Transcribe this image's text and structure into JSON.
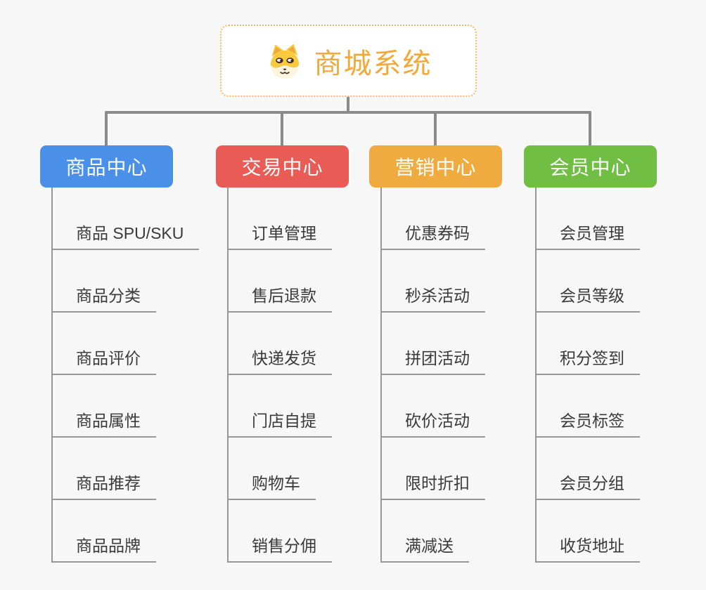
{
  "page": {
    "background_color": "#f7f7f7",
    "connector_color": "#8a8a8a",
    "leaf_line_color": "#979797",
    "leaf_text_color": "#3a3a3a"
  },
  "root": {
    "title": "商城系统",
    "icon": "shiba-dog-icon",
    "title_color": "#f2a93c",
    "border_color": "#f3b969"
  },
  "branches": [
    {
      "label": "商品中心",
      "color": "#4a8fe8",
      "items": [
        "商品 SPU/SKU",
        "商品分类",
        "商品评价",
        "商品属性",
        "商品推荐",
        "商品品牌"
      ]
    },
    {
      "label": "交易中心",
      "color": "#e95b55",
      "items": [
        "订单管理",
        "售后退款",
        "快递发货",
        "门店自提",
        "购物车",
        "销售分佣"
      ]
    },
    {
      "label": "营销中心",
      "color": "#efab3f",
      "items": [
        "优惠券码",
        "秒杀活动",
        "拼团活动",
        "砍价活动",
        "限时折扣",
        "满减送"
      ]
    },
    {
      "label": "会员中心",
      "color": "#70be43",
      "items": [
        "会员管理",
        "会员等级",
        "积分签到",
        "会员标签",
        "会员分组",
        "收货地址"
      ]
    }
  ]
}
